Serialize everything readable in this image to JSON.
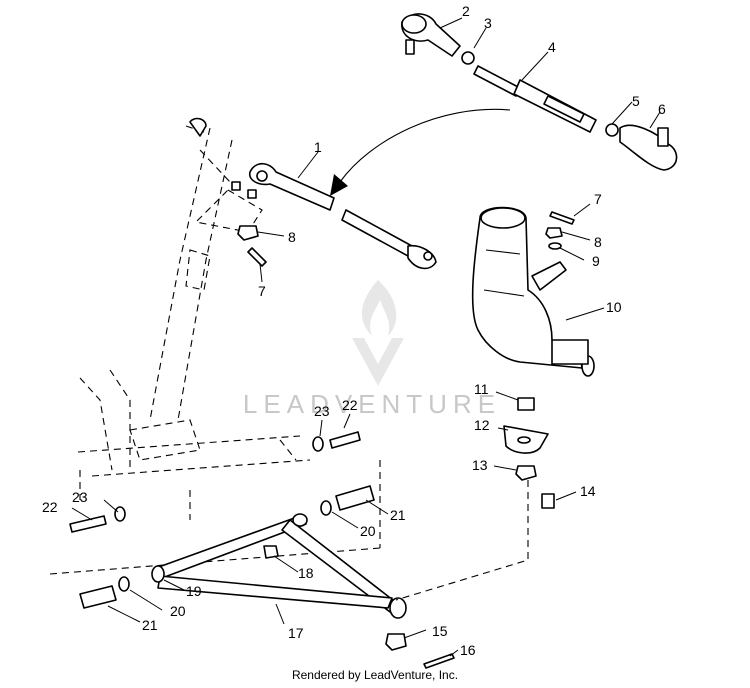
{
  "diagram": {
    "callouts": [
      "1",
      "2",
      "3",
      "4",
      "5",
      "6",
      "7",
      "7",
      "8",
      "8",
      "9",
      "10",
      "11",
      "12",
      "13",
      "14",
      "15",
      "16",
      "17",
      "18",
      "19",
      "20",
      "20",
      "21",
      "21",
      "22",
      "22",
      "23",
      "23"
    ]
  },
  "watermark": {
    "text": "LEADVENTURE"
  },
  "footer": {
    "credit": "Rendered by LeadVenture, Inc."
  }
}
